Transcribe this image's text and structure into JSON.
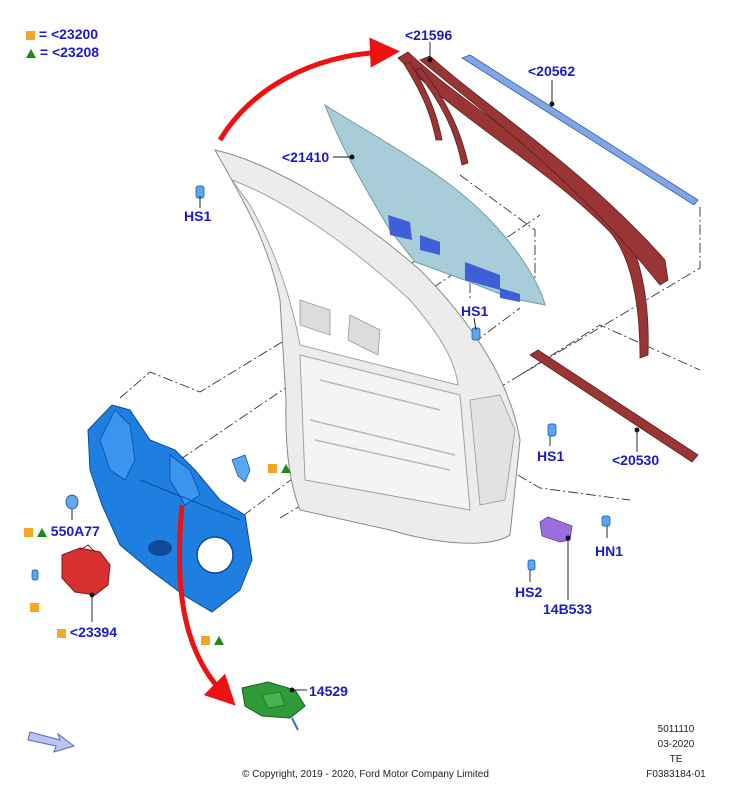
{
  "legend": [
    {
      "symbol": "orange-square",
      "equals": "=",
      "code": "<23200"
    },
    {
      "symbol": "green-triangle",
      "equals": "=",
      "code": "<23208"
    }
  ],
  "callouts": {
    "glass_run_upper": "<21596",
    "belt_moulding_outer": "<20562",
    "glass": "<21410",
    "screw_top": "HS1",
    "screw_mid": "HS1",
    "screw_right": "HS1",
    "weatherstrip_lower": "<20530",
    "nut": "HN1",
    "screw_small": "HS2",
    "bracket": "14B533",
    "regulator_part": "550A77",
    "motor": "<23394",
    "module": "14529"
  },
  "footer": {
    "copyright": "© Copyright, 2019 - 2020, Ford Motor Company Limited",
    "ref_number": "5011110",
    "date": "03-2020",
    "code": "TE",
    "figure_id": "F0383184-01"
  },
  "colors": {
    "label": "#1a1acc",
    "orange": "#f5a623",
    "green": "#1a8a1a",
    "arrow_red": "#ee1111",
    "regulator_blue": "#1f7fe0",
    "motor_red": "#d83030",
    "module_green": "#2f9a3a",
    "glass": "#a9cdd8",
    "run_red": "#9a3535",
    "bracket_purple": "#9b6ee0"
  }
}
